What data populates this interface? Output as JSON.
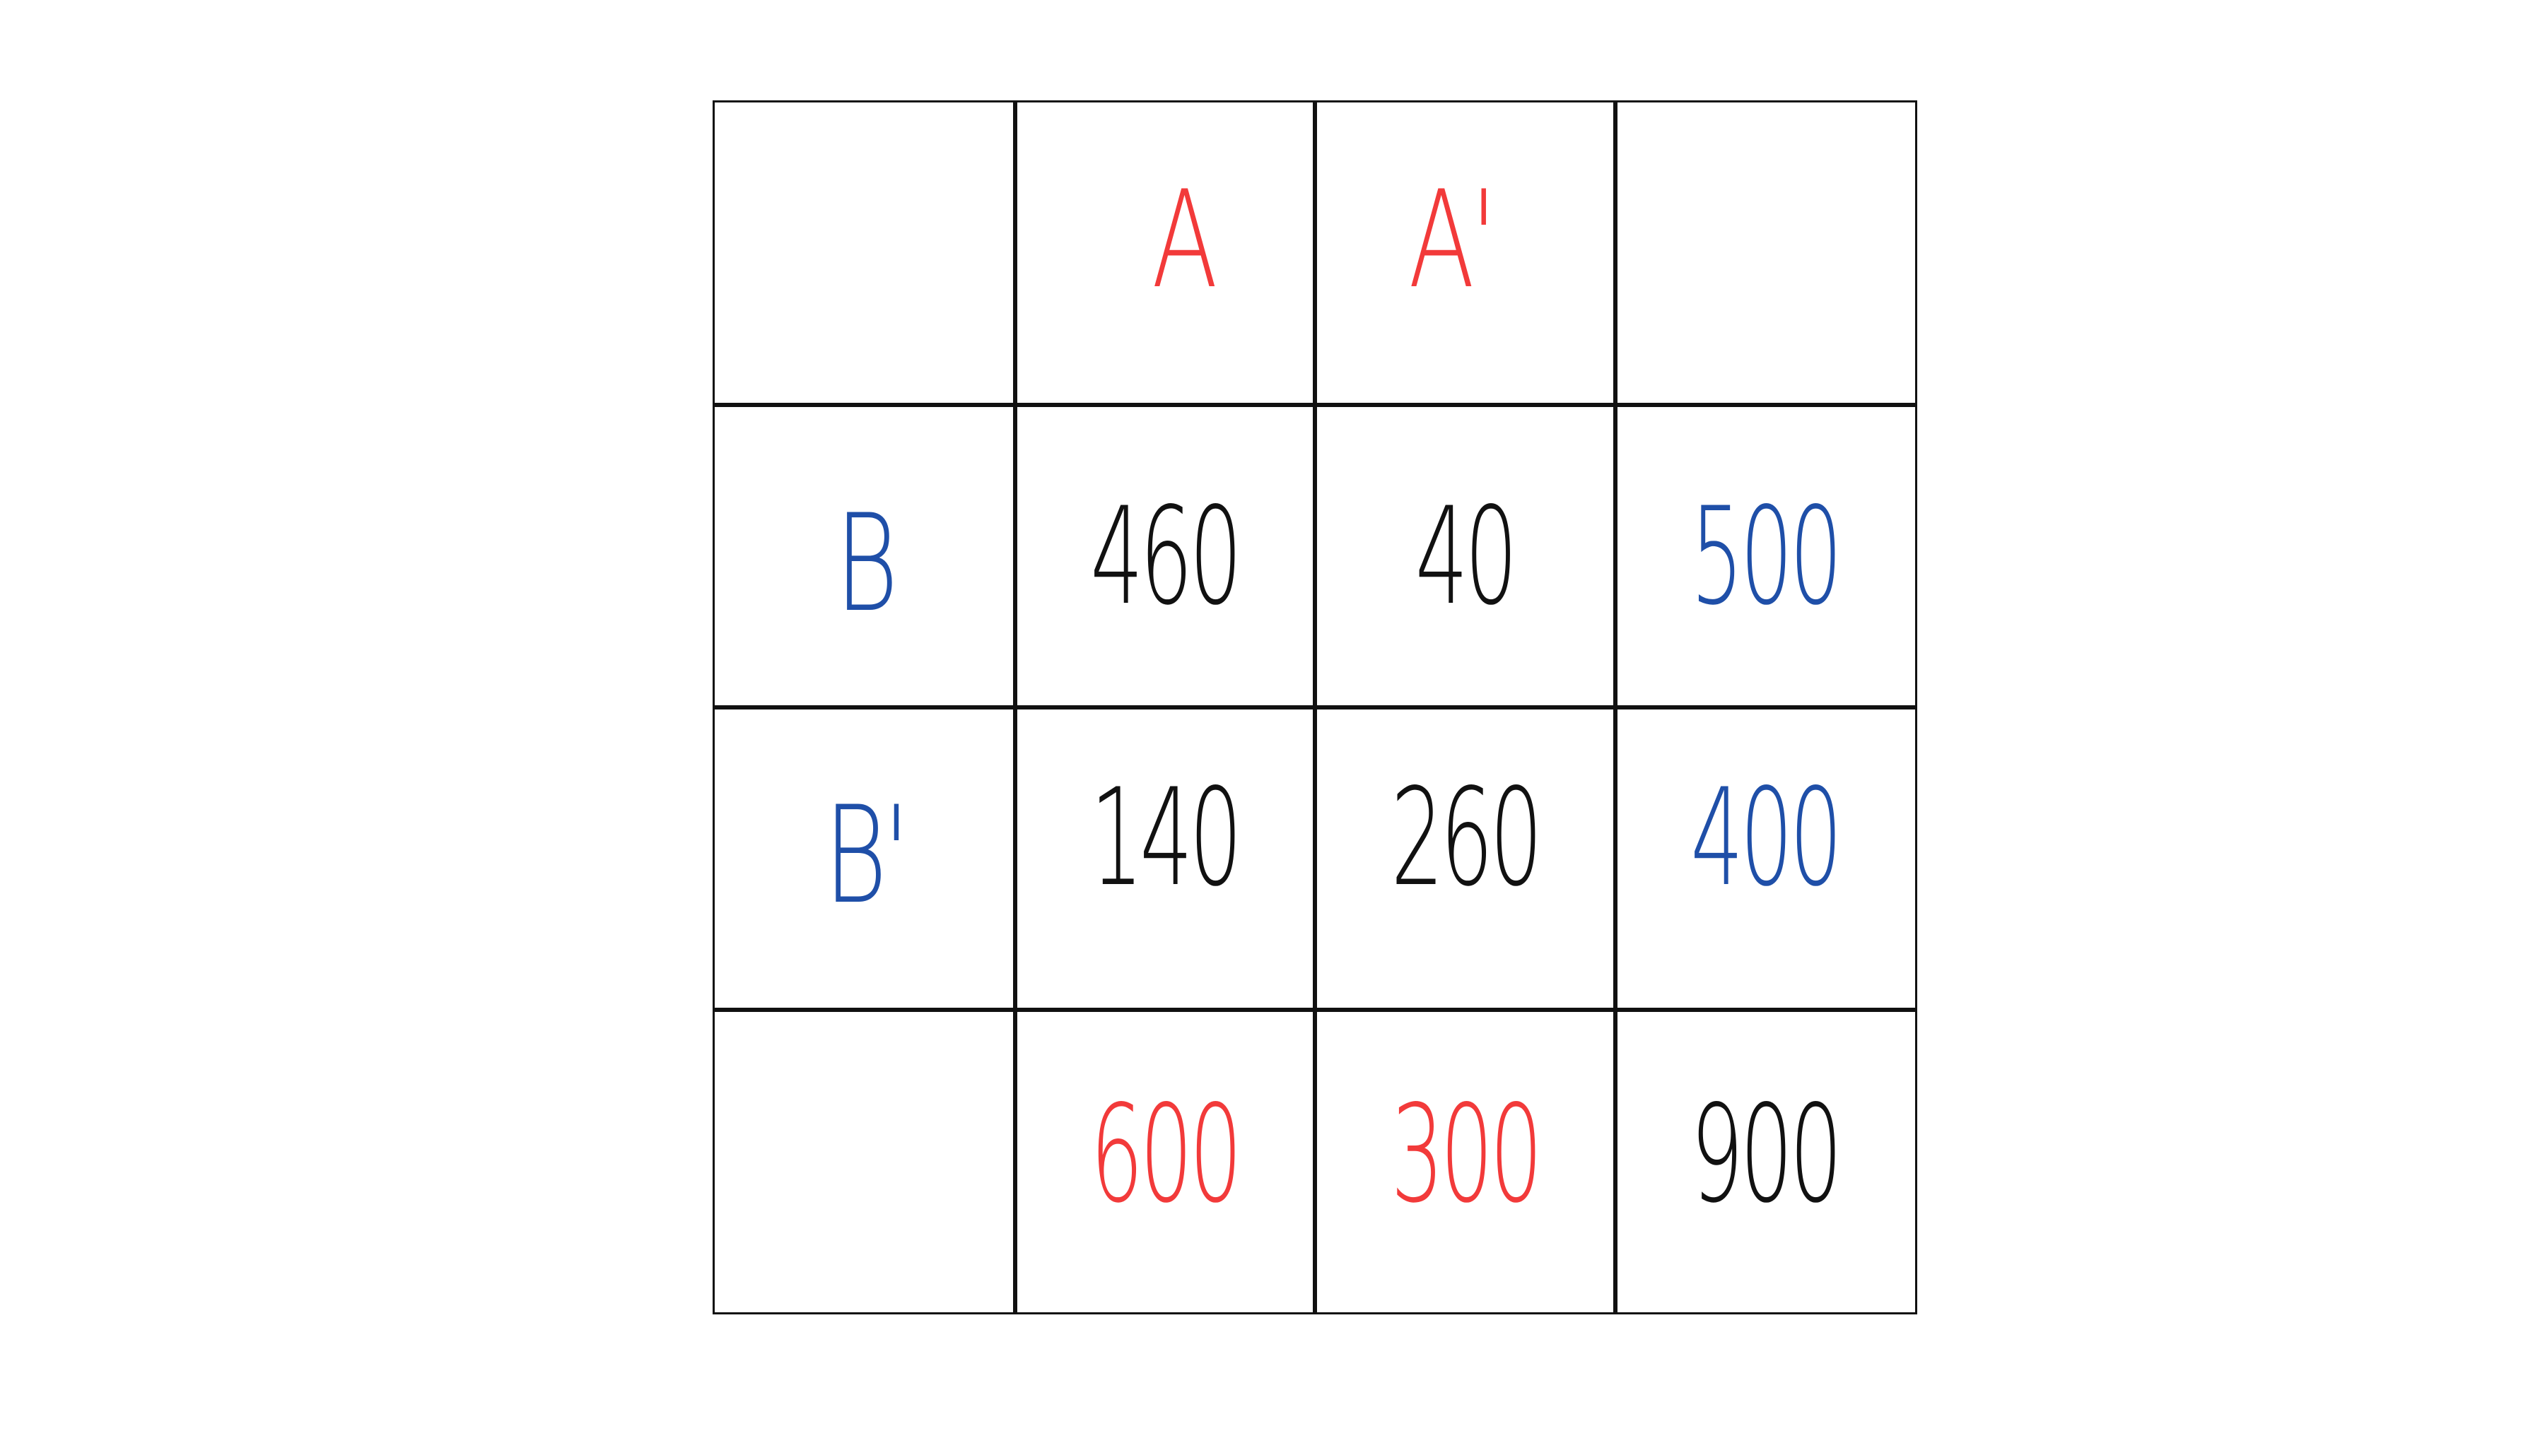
{
  "table": {
    "header": {
      "corner": "",
      "col_a": "A",
      "col_a_prime": "A'",
      "total_header": ""
    },
    "rows": [
      {
        "label": "B",
        "a": "460",
        "a_prime": "40",
        "total": "500"
      },
      {
        "label": "B'",
        "a": "140",
        "a_prime": "260",
        "total": "400"
      }
    ],
    "totals_row": {
      "label": "",
      "a": "600",
      "a_prime": "300",
      "grand_total": "900"
    }
  },
  "colors": {
    "column_headers_and_totals": "#f23a3a",
    "row_headers_and_totals": "#1f4fa8",
    "cells": "#111111",
    "grid_lines": "#111111"
  }
}
